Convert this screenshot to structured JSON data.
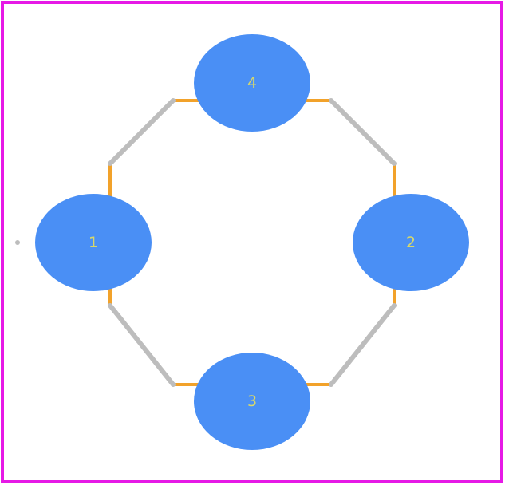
{
  "colors": {
    "border": "#e619e6",
    "pad": "#4a8ff5",
    "pad_label": "#d8d86a",
    "silk_orange": "#f2a22a",
    "silk_gray": "#bdbdbd",
    "background": "#ffffff"
  },
  "pads": [
    {
      "id": "pad-1",
      "label": "1"
    },
    {
      "id": "pad-2",
      "label": "2"
    },
    {
      "id": "pad-3",
      "label": "3"
    },
    {
      "id": "pad-4",
      "label": "4"
    }
  ]
}
